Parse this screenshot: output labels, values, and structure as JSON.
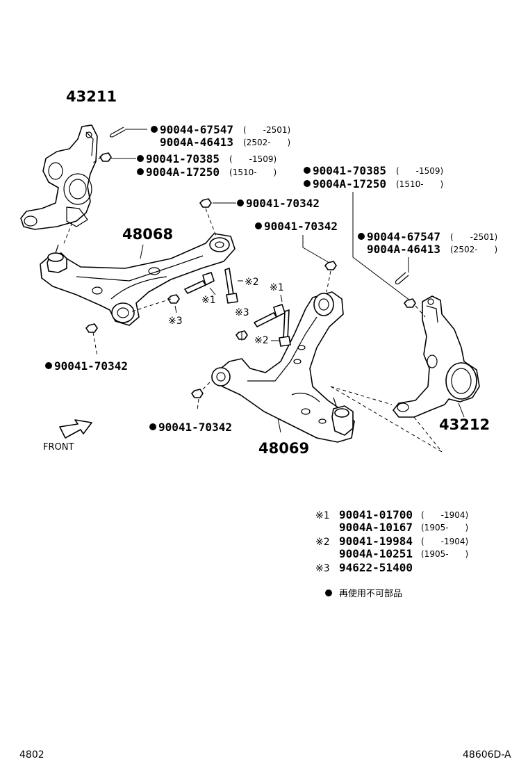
{
  "parts": {
    "knuckle_left": "43211",
    "knuckle_right": "43212",
    "arm_upper": "48068",
    "arm_lower": "48069"
  },
  "callouts": {
    "pin_left": {
      "a_part": "90044-67547",
      "a_range": "(　　-2501)",
      "b_part": "9004A-46413",
      "b_range": "(2502-　　)"
    },
    "nut_left": {
      "a_part": "90041-70385",
      "a_range": "(　　-1509)",
      "b_part": "9004A-17250",
      "b_range": "(1510-　　)"
    },
    "nut_right": {
      "a_part": "90041-70385",
      "a_range": "(　　-1509)",
      "b_part": "9004A-17250",
      "b_range": "(1510-　　)"
    },
    "pin_right": {
      "a_part": "90044-67547",
      "a_range": "(　　-2501)",
      "b_part": "9004A-46413",
      "b_range": "(2502-　　)"
    },
    "nut_top": "90041-70342",
    "nut_mid": "90041-70342",
    "nut_arm_left": "90041-70342",
    "nut_arm_bottom": "90041-70342"
  },
  "marks": {
    "m1": "※1",
    "m2": "※2",
    "m3": "※3"
  },
  "front_label": "FRONT",
  "legend": {
    "row1": {
      "mark": "※1",
      "a_part": "90041-01700",
      "a_range": "(　　-1904)",
      "b_part": "9004A-10167",
      "b_range": "(1905-　　)"
    },
    "row2": {
      "mark": "※2",
      "a_part": "90041-19984",
      "a_range": "(　　-1904)",
      "b_part": "9004A-10251",
      "b_range": "(1905-　　)"
    },
    "row3": {
      "mark": "※3",
      "a_part": "94622-51400"
    },
    "note": "再使用不可部品"
  },
  "footer": {
    "left": "4802",
    "right": "48606D-A"
  }
}
